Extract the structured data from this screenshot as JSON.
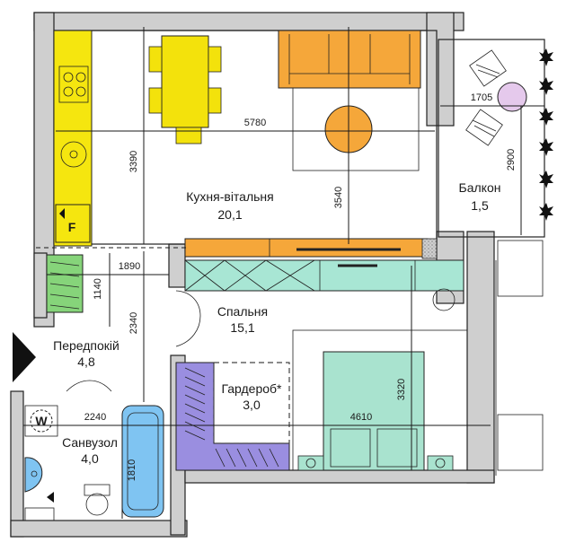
{
  "rooms": [
    {
      "name": "Кухня-вітальня",
      "area": "20,1"
    },
    {
      "name": "Балкон",
      "area": "1,5"
    },
    {
      "name": "Спальня",
      "area": "15,1"
    },
    {
      "name": "Передпокій",
      "area": "4,8"
    },
    {
      "name": "Гардероб*",
      "area": "3,0"
    },
    {
      "name": "Санвузол",
      "area": "4,0"
    }
  ],
  "dimensions": {
    "kitchen_width": "5780",
    "kitchen_depth": "3390",
    "living_depth": "3540",
    "balcony_width": "1705",
    "balcony_depth": "2900",
    "hall_niche_width": "1890",
    "hall_niche_depth": "1140",
    "hall_depth": "2340",
    "bedroom_depth": "3320",
    "bathroom_width": "2240",
    "bedroom_width": "4610",
    "bathroom_depth": "1810"
  },
  "symbols": {
    "fridge": "F",
    "washer": "W"
  },
  "colors": {
    "kitchen": "#f5e60f",
    "sofa": "#f5a73a",
    "table": "#f3e20c",
    "coffee_table": "#f5a73a",
    "balcony_table": "#e5c9ec",
    "bed": "#a9e3cf",
    "wardrobe": "#a8e6d4",
    "dressing": "#9a8ee0",
    "bath": "#7fc4f2",
    "shoe_rack": "#86d47a",
    "wall": "#cfcfcf"
  }
}
